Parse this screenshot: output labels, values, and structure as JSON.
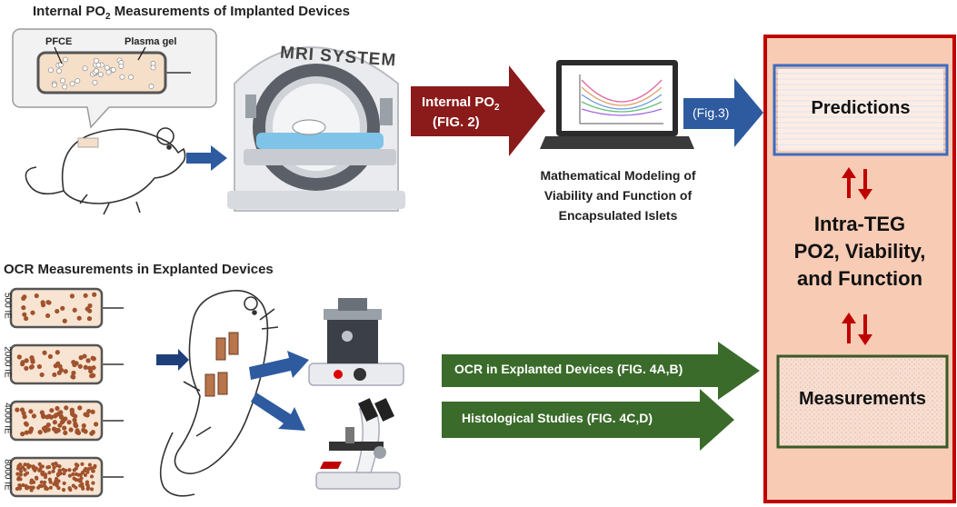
{
  "top_section": {
    "title_prefix": "Internal PO",
    "title_sub": "2",
    "title_suffix": " Measurements of Implanted Devices",
    "pfce_label": "PFCE",
    "plasma_label": "Plasma gel",
    "mri_label": "MRI SYSTEM",
    "arrow_po2_line1_prefix": "Internal PO",
    "arrow_po2_line1_sub": "2",
    "arrow_po2_line2": "(FIG. 2)",
    "arrow_fig3": "(Fig.3)",
    "model_caption_1": "Mathematical Modeling of",
    "model_caption_2": "Viability and Function of",
    "model_caption_3": "Encapsulated Islets"
  },
  "bottom_section": {
    "title": "OCR Measurements in Explanted Devices",
    "devices": [
      {
        "label": "500 IE",
        "dots": 24
      },
      {
        "label": "2000 IE",
        "dots": 40
      },
      {
        "label": "4000 IE",
        "dots": 70
      },
      {
        "label": "8000 IE",
        "dots": 140
      }
    ],
    "arrow_ocr": "OCR in Explanted Devices (FIG. 4A,B)",
    "arrow_histology": "Histological Studies (FIG. 4C,D)"
  },
  "right_panel": {
    "predictions": "Predictions",
    "center_line1": "Intra-TEG",
    "center_line2": "PO2, Viability,",
    "center_line3": "and Function",
    "measurements": "Measurements",
    "up_down_glyph": "↑↓"
  },
  "colors": {
    "dark_red": "#8b1a1a",
    "blue": "#2e5aa0",
    "green": "#3a6b2a",
    "panel_fill": "#f8cbb4",
    "panel_border": "#c00000"
  }
}
